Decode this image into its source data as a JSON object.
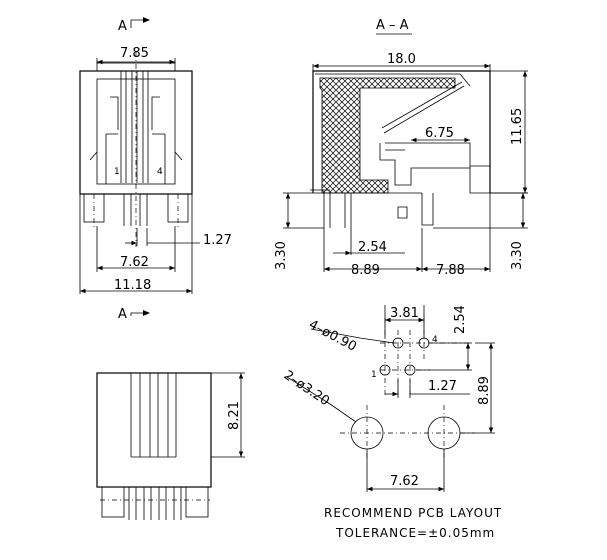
{
  "labels": {
    "section_arrow_top": "A",
    "section_title": "A – A",
    "section_arrow_bottom": "A"
  },
  "front_view": {
    "width_top": "7.85",
    "pin_pitch": "1.27",
    "pin_span": "7.62",
    "overall_width": "11.18",
    "pin_1": "1",
    "pin_4": "4"
  },
  "side_view": {
    "depth": "18.0",
    "height": "11.65",
    "latch": "6.75",
    "pin_row_gap": "2.54",
    "pin_to_post": "8.89",
    "post_to_front": "7.88",
    "left_leg": "3.30",
    "right_leg": "3.30"
  },
  "bottom_view": {
    "height": "8.21"
  },
  "pcb_layout": {
    "pitch_x": "3.81",
    "pitch_y": "2.54",
    "signal_holes": "4–ø0.90",
    "offset": "1.27",
    "post_to_pins": "8.89",
    "post_holes": "2–ø3.20",
    "post_spacing": "7.62",
    "pin_1": "1",
    "pin_4": "4"
  },
  "notes": {
    "title": "RECOMMEND PCB LAYOUT",
    "tolerance": "TOLERANCE=±0.05mm"
  }
}
